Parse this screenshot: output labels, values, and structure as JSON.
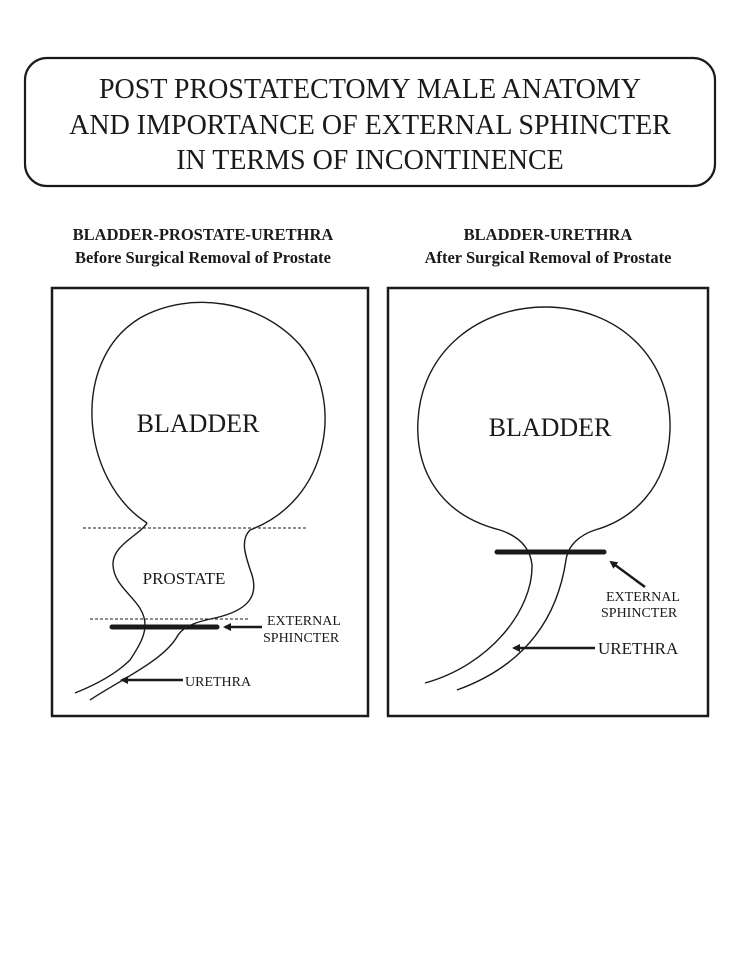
{
  "title": {
    "lines": [
      "POST PROSTATECTOMY MALE ANATOMY",
      "AND IMPORTANCE OF EXTERNAL SPHINCTER",
      "IN TERMS OF INCONTINENCE"
    ]
  },
  "left_panel": {
    "heading": "BLADDER-PROSTATE-URETHRA",
    "subheading": "Before Surgical Removal of Prostate",
    "labels": {
      "bladder": "BLADDER",
      "prostate": "PROSTATE",
      "sphincter_line1": "EXTERNAL",
      "sphincter_line2": "SPHINCTER",
      "urethra": "URETHRA"
    }
  },
  "right_panel": {
    "heading": "BLADDER-URETHRA",
    "subheading": "After Surgical Removal of Prostate",
    "labels": {
      "bladder": "BLADDER",
      "sphincter_line1": "EXTERNAL",
      "sphincter_line2": "SPHINCTER",
      "urethra": "URETHRA"
    }
  }
}
